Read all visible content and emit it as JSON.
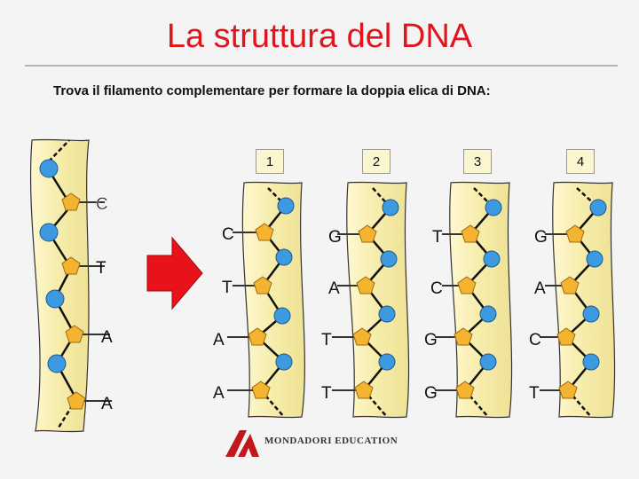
{
  "title": "La struttura del DNA",
  "subtitle": "Trova il filamento complementare per formare la doppia elica di DNA:",
  "template_strand": {
    "bases": [
      "C",
      "T",
      "A",
      "A"
    ]
  },
  "options": [
    {
      "number": "1",
      "bases": [
        "C",
        "T",
        "A",
        "A"
      ]
    },
    {
      "number": "2",
      "bases": [
        "G",
        "A",
        "T",
        "T"
      ]
    },
    {
      "number": "3",
      "bases": [
        "T",
        "C",
        "G",
        "G"
      ]
    },
    {
      "number": "4",
      "bases": [
        "G",
        "A",
        "C",
        "T"
      ]
    }
  ],
  "footer": {
    "publisher": "MONDADORI EDUCATION"
  },
  "colors": {
    "title": "#e0161c",
    "strand_fill": "#f8f0b0",
    "phosphate": "#3d9ae0",
    "sugar": "#f5b430",
    "arrow": "#e8121a"
  }
}
